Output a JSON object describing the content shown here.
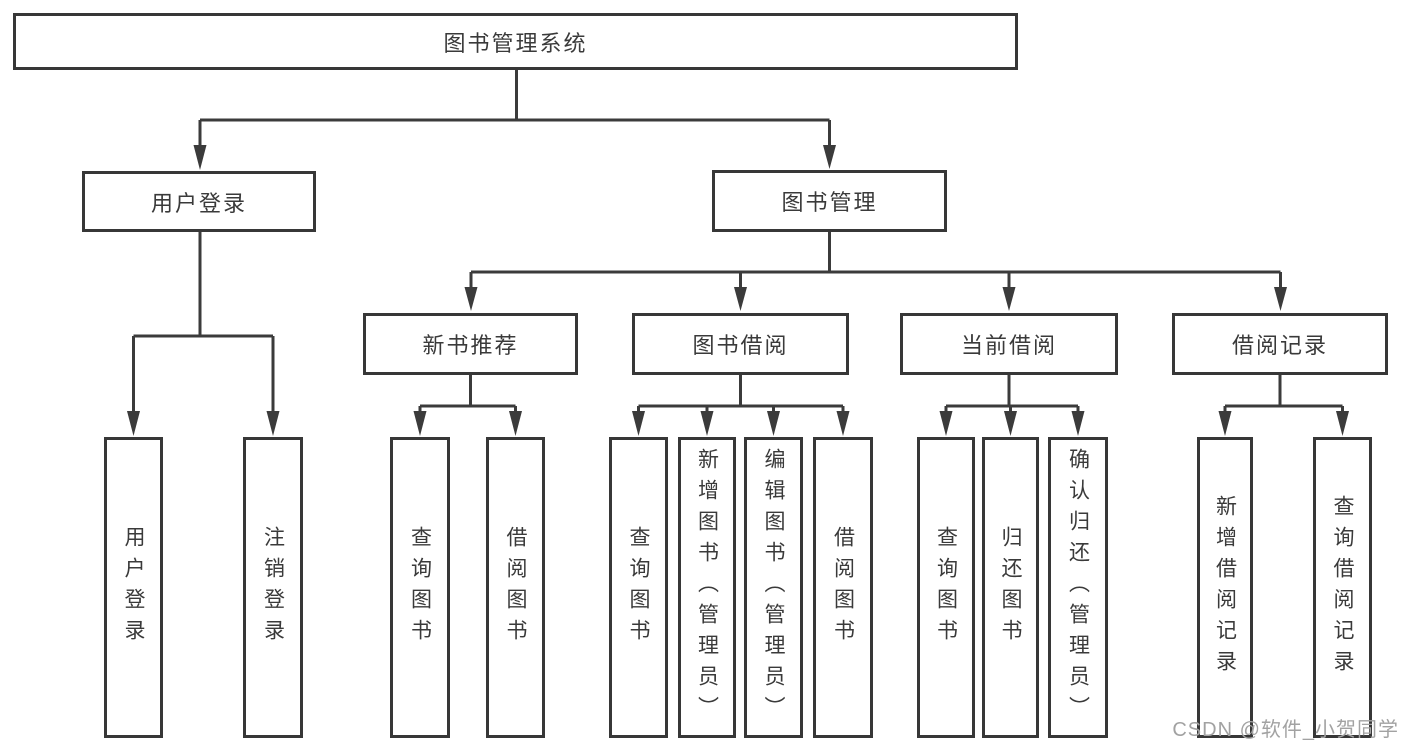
{
  "diagram": {
    "root": {
      "label": "图书管理系统"
    },
    "level2": [
      {
        "label": "用户登录"
      },
      {
        "label": "图书管理"
      }
    ],
    "level3": [
      {
        "label": "新书推荐"
      },
      {
        "label": "图书借阅"
      },
      {
        "label": "当前借阅"
      },
      {
        "label": "借阅记录"
      }
    ],
    "leaves": [
      {
        "label": "用户登录"
      },
      {
        "label": "注销登录"
      },
      {
        "label": "查询图书"
      },
      {
        "label": "借阅图书"
      },
      {
        "label": "查询图书"
      },
      {
        "label": "新增图书（管理员）"
      },
      {
        "label": "编辑图书（管理员）"
      },
      {
        "label": "借阅图书"
      },
      {
        "label": "查询图书"
      },
      {
        "label": "归还图书"
      },
      {
        "label": "确认归还（管理员）"
      },
      {
        "label": "新增借阅记录"
      },
      {
        "label": "查询借阅记录"
      }
    ],
    "colors": {
      "line": "#3b3b3b",
      "box_border": "#373737",
      "text": "#3a3a3a",
      "watermark": "#a2a2a2",
      "background": "#ffffff"
    },
    "watermark": "CSDN @软件_小贺同学"
  }
}
